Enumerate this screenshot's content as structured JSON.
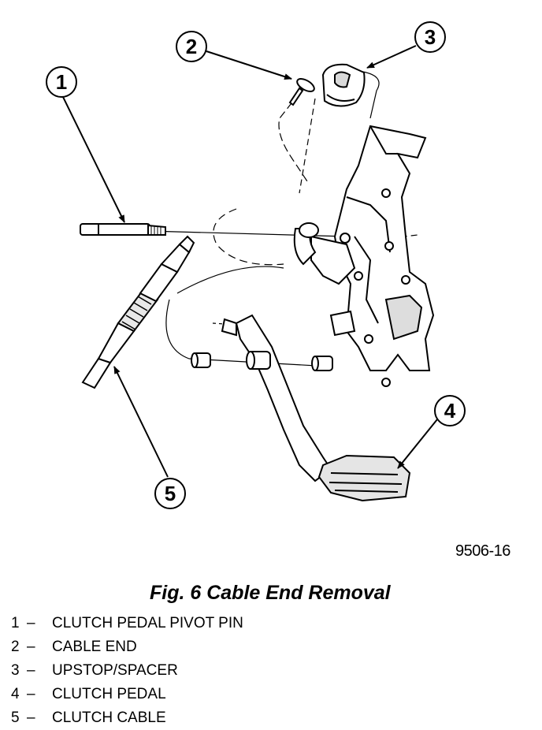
{
  "figure": {
    "code": "9506-16",
    "title": "Fig. 6 Cable End Removal"
  },
  "callouts": [
    "1",
    "2",
    "3",
    "4",
    "5"
  ],
  "legend": [
    {
      "number": "1",
      "label": "CLUTCH PEDAL PIVOT PIN"
    },
    {
      "number": "2",
      "label": "CABLE END"
    },
    {
      "number": "3",
      "label": "UPSTOP/SPACER"
    },
    {
      "number": "4",
      "label": "CLUTCH PEDAL"
    },
    {
      "number": "5",
      "label": "CLUTCH CABLE"
    }
  ],
  "legend_separator": "–"
}
